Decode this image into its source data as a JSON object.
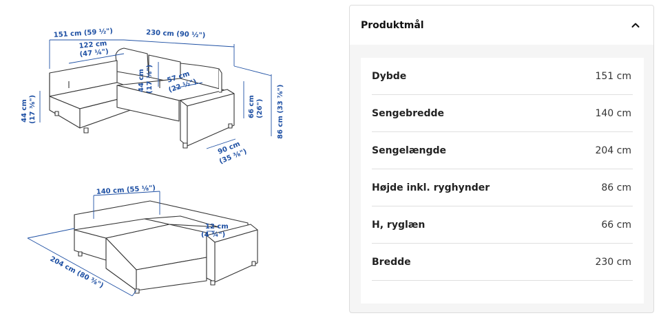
{
  "product_dimensions": {
    "title": "Produktmål",
    "toggle_icon": "chevron-up-icon",
    "rows": [
      {
        "label": "Dybde",
        "value": "151 cm"
      },
      {
        "label": "Sengebredde",
        "value": "140 cm"
      },
      {
        "label": "Sengelængde",
        "value": "204 cm"
      },
      {
        "label": "Højde inkl. ryghynder",
        "value": "86 cm"
      },
      {
        "label": "H, ryglæn",
        "value": "66 cm"
      },
      {
        "label": "Bredde",
        "value": "230 cm"
      }
    ]
  },
  "illustration": {
    "sofa_labels": {
      "depth": "151 cm (59 ½\")",
      "width": "230 cm (90 ½\")",
      "chaise_seat_length": "122 cm",
      "chaise_seat_length_in": "(47 ¼\")",
      "seat_height": "44 cm",
      "seat_height_in": "(17 ⅜\")",
      "back_cushion_height": "44 cm",
      "back_cushion_height_in": "(17 ⅜\")",
      "seat_depth": "57 cm",
      "seat_depth_in": "(22 ½\")",
      "back_height": "66 cm",
      "back_height_in": "(26\")",
      "total_height": "86 cm (33 ⅞\")",
      "sofa_depth": "90 cm",
      "sofa_depth_in": "(35 ⅜\")"
    },
    "bed_labels": {
      "bed_width": "140 cm (55 ⅛\")",
      "mattress_thickness": "12 cm",
      "mattress_thickness_in": "(4 ¾\")",
      "bed_length": "204 cm (80 ⅜\")"
    }
  }
}
